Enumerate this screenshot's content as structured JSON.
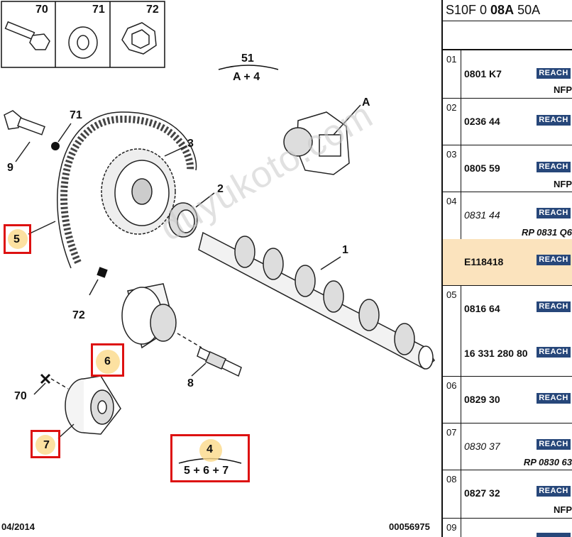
{
  "diagram": {
    "top_boxes": [
      "70",
      "71",
      "72"
    ],
    "labels": {
      "n51": "51",
      "a4": "A + 4",
      "A": "A",
      "n71": "71",
      "n9": "9",
      "n3": "3",
      "n2": "2",
      "n5": "5",
      "n1": "1",
      "n72": "72",
      "n6": "6",
      "n8": "8",
      "n70": "70",
      "n7": "7",
      "n4": "4",
      "combo": "5 + 6 + 7"
    },
    "watermark": "duyukoto.com",
    "footer_left": "04/2014",
    "footer_right": "00056975",
    "highlight_color": "#d11111"
  },
  "panel": {
    "title_a": "S10F 0 ",
    "title_b": "08A",
    "title_c": " 50A",
    "reach_label": "REACH",
    "rows": [
      {
        "idx": "01",
        "ref": "0801 K7",
        "sub": "NFP"
      },
      {
        "idx": "02",
        "ref": "0236 44",
        "sub": ""
      },
      {
        "idx": "03",
        "ref": "0805 59",
        "sub": "NFP"
      },
      {
        "idx": "04",
        "ref": "0831 44",
        "sub": "RP 0831 Q6"
      },
      {
        "idx": "",
        "ref": "E118418",
        "sub": ""
      },
      {
        "idx": "05",
        "ref": "0816 64",
        "ref2": "16 331 280 80",
        "sub": ""
      },
      {
        "idx": "06",
        "ref": "0829 30",
        "sub": ""
      },
      {
        "idx": "07",
        "ref": "0830 37",
        "sub": "RP 0830 63"
      },
      {
        "idx": "08",
        "ref": "0827 32",
        "sub": "NFP"
      },
      {
        "idx": "09",
        "ref": "",
        "sub": ""
      }
    ]
  }
}
